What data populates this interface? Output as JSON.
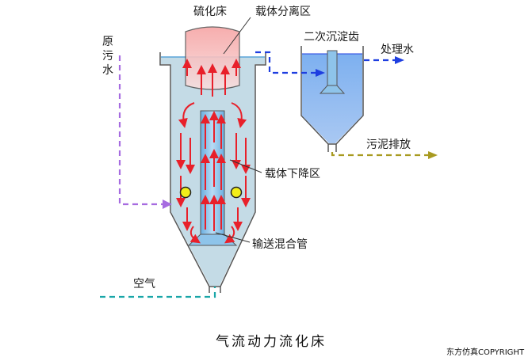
{
  "labels": {
    "fluidized_bed": "硫化床",
    "carrier_separation_zone": "载体分离区",
    "secondary_clarifier": "二次沉淀齿",
    "raw_sewage": "原污水",
    "treated_water": "处理水",
    "sludge_discharge": "污泥排放",
    "carrier_descending_zone": "载体下降区",
    "conveying_mixing_pipe": "输送混合管",
    "air": "空气"
  },
  "caption": "气流动力流化床",
  "copyright": "东方仿真COPYRIGHT",
  "colors": {
    "water": "#c4dbe6",
    "pipe": "#8ec4ea",
    "flow_arrow": "#e8202a",
    "raw_sewage_line": "#a66be0",
    "treated_line": "#1e3ee0",
    "air_line": "#19a6a8",
    "sludge_line": "#a89a20",
    "diffuser": "#f2ee1a",
    "top_cap": "#f4b4b4"
  }
}
